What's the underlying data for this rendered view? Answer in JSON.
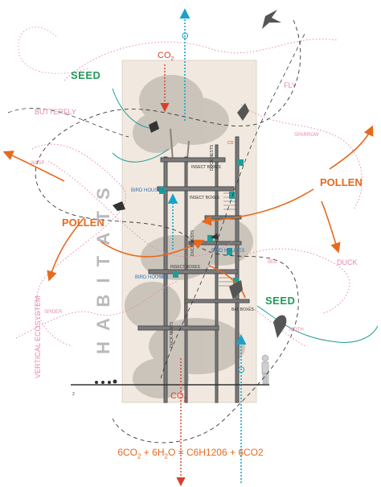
{
  "labels": {
    "seed_top": "SEED",
    "seed_right": "SEED",
    "butterfly": "BUTTERFLY",
    "wasp": "WASP",
    "pollen_left": "POLLEN",
    "pollen_right": "POLLEN",
    "spider": "SPIDER",
    "fly": "FLY",
    "sparrow": "SPARROW",
    "bee": "BEE",
    "duck": "DUCK",
    "moth": "MOTH",
    "habitats": "H A B I T A T S",
    "vertical_ecosystem": "VERTICAL ECOSYSTEM",
    "co2_top": "CO",
    "co2_top_sub": "2",
    "co2_bottom": "CO",
    "co2_bottom_sub": "2",
    "o_top": "O",
    "o_bottom": "O",
    "bird_houses_1": "BIRD HOUSES",
    "bird_houses_2": "BIRD HOUSES",
    "bird_houses_3": "BIRD HOUSES",
    "duck_nests_1": "DUCK NESTS",
    "duck_nests_2": "DUCK NESTS",
    "duck_nests_3": "DUCK NESTS",
    "insect_boxes_1": "INSECT BOXES",
    "insect_boxes_2": "INSECT BOXES",
    "insect_boxes_3": "INSECT BOXES",
    "bat_boxes": "BAT BOXES",
    "co_small": "CO",
    "page_number": "2"
  },
  "formula": {
    "a": "6CO",
    "a_sub": "2",
    "b": " + 6H",
    "b_sub": "2",
    "c": "O  =  C6H1206  + 6CO2"
  },
  "colors": {
    "green": "#1f9a5a",
    "orange": "#e66a1e",
    "pink": "#e58aa6",
    "blue": "#2f6fb5",
    "cyan": "#1aa3c9",
    "red": "#d9402b",
    "panel": "#f1e9df",
    "teal": "#1f9e9a"
  }
}
